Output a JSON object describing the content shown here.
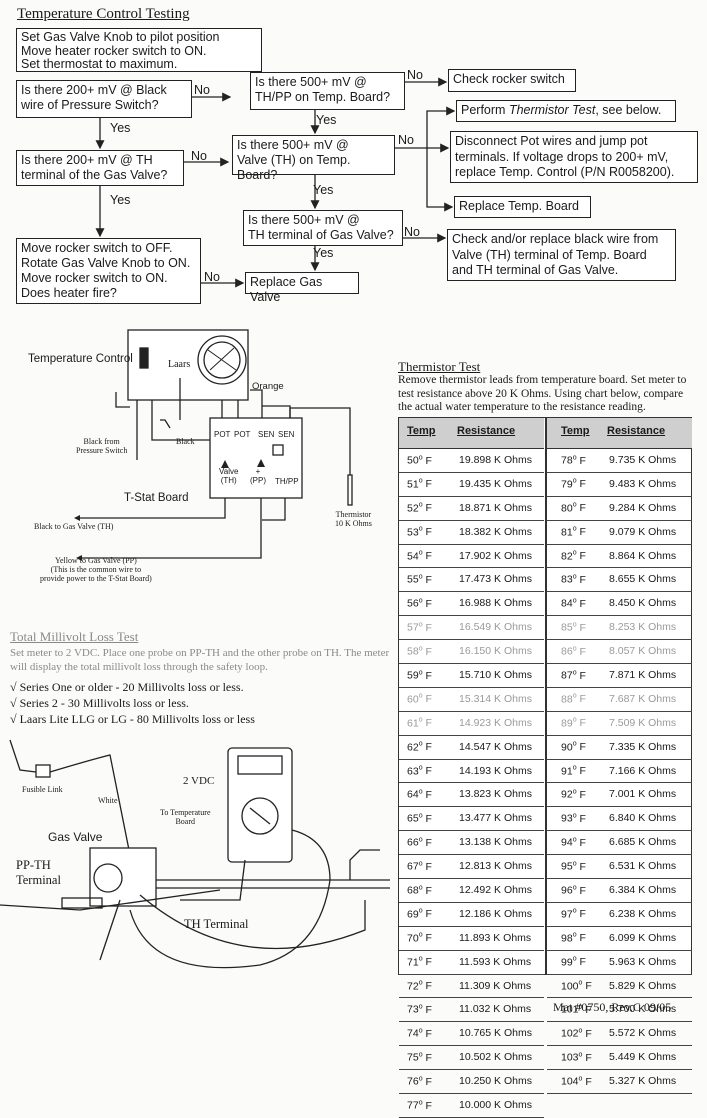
{
  "title": "Temperature Control Testing",
  "flowchart": {
    "start": "Set Gas Valve Knob to pilot position\nMove heater rocker switch to ON.\nSet thermostat to maximum.",
    "q_black_wire": "Is there 200+ mV @ Black\nwire of Pressure Switch?",
    "q_th_pp": "Is there 500+ mV @\nTH/PP on Temp. Board?",
    "check_rocker": "Check rocker switch",
    "q_th_terminal_gas_valve": "Is there 200+ mV @ TH\nterminal of the Gas Valve?",
    "q_valve_th": "Is there 500+ mV @\nValve (TH) on Temp. Board?",
    "perform_thermistor": "Perform ",
    "perform_thermistor_italic": "Thermistor Test",
    "perform_thermistor_end": ", see below.",
    "disconnect_pot": "Disconnect Pot wires and jump pot\nterminals. If voltage drops to 200+ mV,\nreplace Temp. Control (P/N R0058200).",
    "replace_board": "Replace Temp. Board",
    "q_th_gas_valve": "Is there 500+ mV @\nTH terminal of Gas Valve?",
    "check_black_wire": "Check and/or replace black wire from\nValve (TH) terminal of Temp. Board\nand TH terminal of Gas Valve.",
    "move_rocker": "Move rocker switch to OFF.\nRotate Gas Valve Knob to ON.\nMove rocker switch to ON.\nDoes heater fire?",
    "replace_valve": "Replace Gas Valve",
    "yes": "Yes",
    "no": "No"
  },
  "wiring": {
    "temp_control": "Temperature Control",
    "laars": "Laars",
    "orange": "Orange",
    "pot1": "POT",
    "pot2": "POT",
    "sen1": "SEN",
    "sen2": "SEN",
    "valve_th": "Valve\n(TH)",
    "plus_pp": "+\n(PP)",
    "th_pp": "TH/PP",
    "black_from_ps": "Black from\nPressure Switch",
    "black": "Black",
    "tstat_board": "T-Stat Board",
    "black_to_gv": "Black to Gas Valve (TH)",
    "thermistor": "Thermistor\n10 K Ohms",
    "yellow": "Yellow to Gas Valve (PP)\n(This is the common wire to\nprovide power to the T-Stat Board)"
  },
  "thermistor": {
    "title": "Thermistor Test",
    "description": "Remove thermistor leads from temperature board. Set meter to test resistance above 20 K Ohms. Using chart below, compare the actual water temperature to the resistance reading.",
    "col_temp": "Temp",
    "col_res": "Resistance",
    "left_rows": [
      {
        "t": "50",
        "r": "19.898 K Ohms"
      },
      {
        "t": "51",
        "r": "19.435 K Ohms"
      },
      {
        "t": "52",
        "r": "18.871 K Ohms"
      },
      {
        "t": "53",
        "r": "18.382 K Ohms"
      },
      {
        "t": "54",
        "r": "17.902 K Ohms"
      },
      {
        "t": "55",
        "r": "17.473 K Ohms"
      },
      {
        "t": "56",
        "r": "16.988 K Ohms"
      },
      {
        "t": "57",
        "r": "16.549 K Ohms"
      },
      {
        "t": "58",
        "r": "16.150 K Ohms"
      },
      {
        "t": "59",
        "r": "15.710 K Ohms"
      },
      {
        "t": "60",
        "r": "15.314 K Ohms"
      },
      {
        "t": "61",
        "r": "14.923 K Ohms"
      },
      {
        "t": "62",
        "r": "14.547 K Ohms"
      },
      {
        "t": "63",
        "r": "14.193 K Ohms"
      },
      {
        "t": "64",
        "r": "13.823 K Ohms"
      },
      {
        "t": "65",
        "r": "13.477 K Ohms"
      },
      {
        "t": "66",
        "r": "13.138 K Ohms"
      },
      {
        "t": "67",
        "r": "12.813 K Ohms"
      },
      {
        "t": "68",
        "r": "12.492 K Ohms"
      },
      {
        "t": "69",
        "r": "12.186 K Ohms"
      },
      {
        "t": "70",
        "r": "11.893 K Ohms"
      },
      {
        "t": "71",
        "r": "11.593 K Ohms"
      },
      {
        "t": "72",
        "r": "11.309 K Ohms"
      },
      {
        "t": "73",
        "r": "11.032 K Ohms"
      },
      {
        "t": "74",
        "r": "10.765 K Ohms"
      },
      {
        "t": "75",
        "r": "10.502 K Ohms"
      },
      {
        "t": "76",
        "r": "10.250 K Ohms"
      },
      {
        "t": "77",
        "r": "10.000 K Ohms"
      }
    ],
    "right_rows": [
      {
        "t": "78",
        "r": "9.735 K Ohms"
      },
      {
        "t": "79",
        "r": "9.483 K Ohms"
      },
      {
        "t": "80",
        "r": "9.284 K Ohms"
      },
      {
        "t": "81",
        "r": "9.079 K Ohms"
      },
      {
        "t": "82",
        "r": "8.864 K Ohms"
      },
      {
        "t": "83",
        "r": "8.655 K Ohms"
      },
      {
        "t": "84",
        "r": "8.450 K Ohms"
      },
      {
        "t": "85",
        "r": "8.253 K Ohms"
      },
      {
        "t": "86",
        "r": "8.057 K Ohms"
      },
      {
        "t": "87",
        "r": "7.871 K Ohms"
      },
      {
        "t": "88",
        "r": "7.687 K Ohms"
      },
      {
        "t": "89",
        "r": "7.509 K Ohms"
      },
      {
        "t": "90",
        "r": "7.335 K Ohms"
      },
      {
        "t": "91",
        "r": "7.166 K Ohms"
      },
      {
        "t": "92",
        "r": "7.001 K Ohms"
      },
      {
        "t": "93",
        "r": "6.840 K Ohms"
      },
      {
        "t": "94",
        "r": "6.685 K Ohms"
      },
      {
        "t": "95",
        "r": "6.531 K Ohms"
      },
      {
        "t": "96",
        "r": "6.384 K Ohms"
      },
      {
        "t": "97",
        "r": "6.238 K Ohms"
      },
      {
        "t": "98",
        "r": "6.099 K Ohms"
      },
      {
        "t": "99",
        "r": "5.963 K Ohms"
      },
      {
        "t": "100",
        "r": "5.829 K Ohms"
      },
      {
        "t": "101",
        "r": "5.700 K Ohms"
      },
      {
        "t": "102",
        "r": "5.572 K Ohms"
      },
      {
        "t": "103",
        "r": "5.449 K Ohms"
      },
      {
        "t": "104",
        "r": "5.327 K Ohms"
      }
    ],
    "faint_temps": [
      "57",
      "58",
      "60",
      "61",
      "85",
      "86",
      "88",
      "89"
    ]
  },
  "millivolt": {
    "title": "Total Millivolt Loss Test",
    "description": "Set meter to 2 VDC. Place one probe on PP-TH and the other probe on TH. The meter will display the total millivolt loss through the safety loop.",
    "items": [
      "√ Series One or older - 20 Millivolts loss or less.",
      "√ Series 2 - 30 Millivolts loss or less.",
      "√ Laars Lite LLG or LG - 80 Millivolts loss or less"
    ],
    "fusible_link": "Fusible Link",
    "white": "White",
    "vdc": "2 VDC",
    "to_temp_board": "To Temperature\nBoard",
    "gas_valve": "Gas Valve",
    "pp_th": "PP-TH\nTerminal",
    "th_terminal": "TH Terminal"
  },
  "footer": "Mat #0750,  Rev.C 09/05"
}
